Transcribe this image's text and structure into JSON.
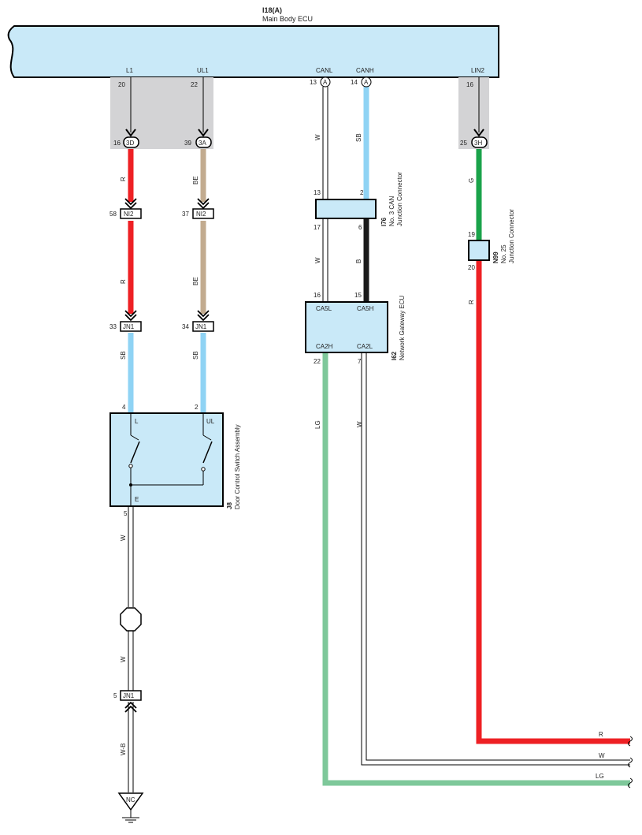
{
  "ecu": {
    "code": "I18(A)",
    "name": "Main Body ECU",
    "pins": {
      "l1": "L1",
      "ul1": "UL1",
      "canl": "CANL",
      "canh": "CANH",
      "lin2": "LIN2"
    },
    "pin_numbers": {
      "l1": "20",
      "ul1": "22",
      "canl": "13",
      "canh": "14",
      "lin2": "16"
    },
    "connector_letter": "A"
  },
  "connectors": {
    "c3d": {
      "label": "3D",
      "pin": "16"
    },
    "c3a": {
      "label": "3A",
      "pin": "39"
    },
    "c3h": {
      "label": "3H",
      "pin": "25"
    },
    "ni2_left": {
      "label": "NI2",
      "pin": "58"
    },
    "ni2_right": {
      "label": "NI2",
      "pin": "37"
    },
    "jn1_left": {
      "label": "JN1",
      "pin": "33"
    },
    "jn1_right": {
      "label": "JN1",
      "pin": "34"
    },
    "jn1_ground": {
      "label": "JN1",
      "pin": "5"
    }
  },
  "wires": {
    "l1_upper": "R",
    "l1_mid": "R",
    "l1_lower": "SB",
    "ul1_upper": "BE",
    "ul1_mid": "BE",
    "ul1_lower": "SB",
    "canl_upper": "W",
    "canl_mid": "W",
    "canh_upper": "SB",
    "canh_mid": "B",
    "lin_upper": "G",
    "lin_lower": "R",
    "gw_left": "LG",
    "gw_right": "W",
    "ground_upper": "W",
    "ground_mid": "W",
    "ground_lower": "W-B",
    "out_r": "R",
    "out_w": "W",
    "out_lg": "LG"
  },
  "i76": {
    "code": "I76",
    "line1": "No. 3 CAN",
    "line2": "Junction Connector",
    "pins": {
      "tl": "13",
      "tr": "2",
      "bl": "17",
      "br": "6"
    }
  },
  "n99": {
    "code": "N99",
    "line1": "No. 25",
    "line2": "Junction Connector",
    "pins": {
      "top": "19",
      "bottom": "20"
    }
  },
  "i62": {
    "code": "I62",
    "name": "Network Gateway ECU",
    "pins": {
      "ca5l": "CA5L",
      "ca5h": "CA5H",
      "ca2h": "CA2H",
      "ca2l": "CA2L"
    },
    "pin_numbers": {
      "ca5l": "16",
      "ca5h": "15",
      "ca2h": "22",
      "ca2l": "7"
    }
  },
  "j8": {
    "code": "J8",
    "name": "Door Control Switch Assembly",
    "pins": {
      "l": "L",
      "ul": "UL",
      "e": "E"
    },
    "pin_numbers": {
      "l": "4",
      "ul": "2",
      "e": "5"
    }
  },
  "ground": {
    "label": "NC"
  },
  "colors": {
    "red": "#ee2024",
    "tan": "#c2ab8f",
    "sky": "#8fd3f4",
    "green": "#1aa34a",
    "lightgreen": "#7ec89a",
    "black": "#1a1a1a",
    "box": "#c9e9f8",
    "gray": "#d3d3d5"
  }
}
